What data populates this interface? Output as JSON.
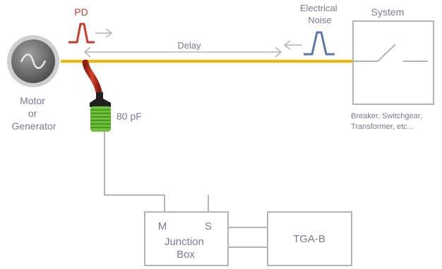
{
  "labels": {
    "pd": "PD",
    "noise_line1": "Electrical",
    "noise_line2": "Noise",
    "system": "System",
    "delay": "Delay",
    "motor_line1": "Motor",
    "motor_line2": "or",
    "motor_line3": "Generator",
    "capacitor": "80 pF",
    "system_desc_line1": "Breaker, Switchgear,",
    "system_desc_line2": "Transformer, etc...",
    "jb_m": "M",
    "jb_s": "S",
    "jb_line1": "Junction",
    "jb_line2": "Box",
    "tga": "TGA-B"
  },
  "colors": {
    "bus": "#f4b400",
    "pd_pulse": "#cc3b2a",
    "noise_pulse": "#5a78b4",
    "outline": "#b4b4b4",
    "text": "#7a7a98",
    "coupler": "#6fbf3a",
    "cable_red": "#c8321e"
  }
}
